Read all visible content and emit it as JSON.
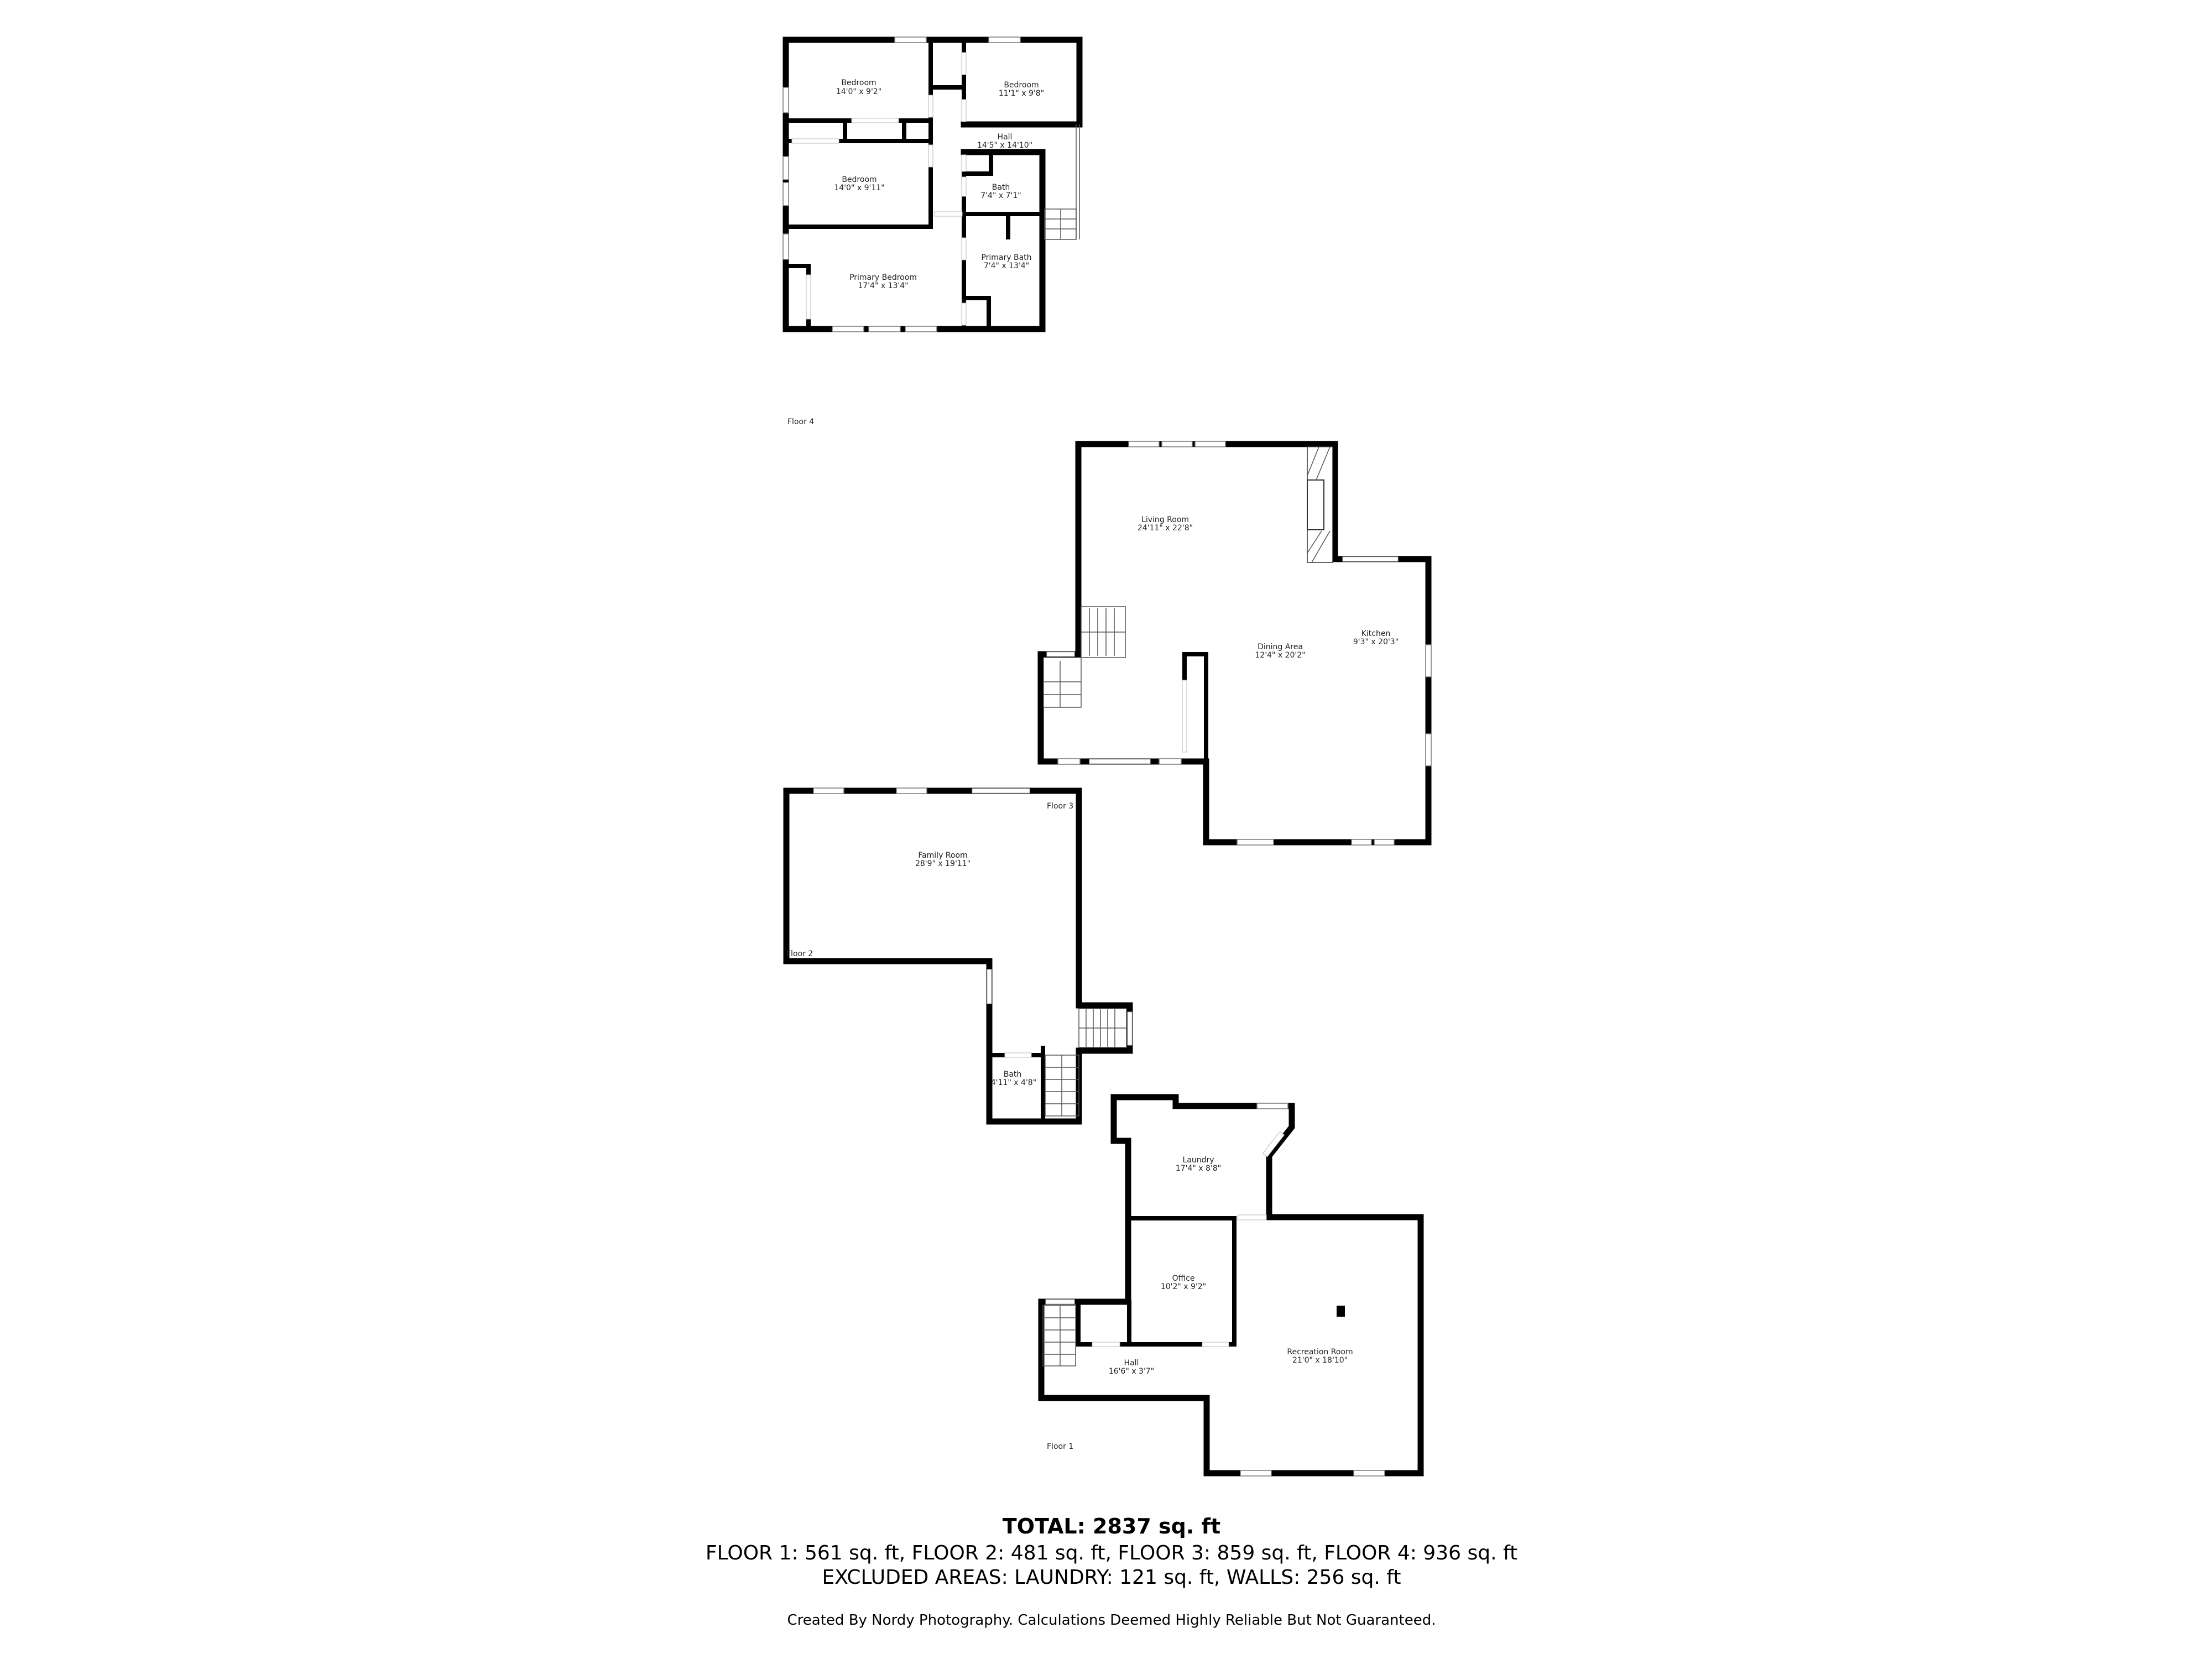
{
  "floors": {
    "floor4": {
      "label": "Floor 4",
      "rooms": [
        {
          "name": "Bedroom",
          "dims": "14'0\" x 9'2\""
        },
        {
          "name": "Bedroom",
          "dims": "11'1\" x 9'8\""
        },
        {
          "name": "Hall",
          "dims": "14'5\" x 14'10\""
        },
        {
          "name": "Bedroom",
          "dims": "14'0\" x 9'11\""
        },
        {
          "name": "Bath",
          "dims": "7'4\" x 7'1\""
        },
        {
          "name": "Primary Bath",
          "dims": "7'4\" x 13'4\""
        },
        {
          "name": "Primary Bedroom",
          "dims": "17'4\" x 13'4\""
        }
      ]
    },
    "floor3": {
      "label": "Floor 3",
      "rooms": [
        {
          "name": "Living Room",
          "dims": "24'11\" x 22'8\""
        },
        {
          "name": "Dining Area",
          "dims": "12'4\" x 20'2\""
        },
        {
          "name": "Kitchen",
          "dims": "9'3\" x 20'3\""
        }
      ]
    },
    "floor2": {
      "label": "Floor 2",
      "rooms": [
        {
          "name": "Family Room",
          "dims": "28'9\" x 19'11\""
        },
        {
          "name": "Bath",
          "dims": "4'11\" x 4'8\""
        }
      ]
    },
    "floor1": {
      "label": "Floor 1",
      "rooms": [
        {
          "name": "Laundry",
          "dims": "17'4\" x 8'8\""
        },
        {
          "name": "Office",
          "dims": "10'2\" x 9'2\""
        },
        {
          "name": "Recreation Room",
          "dims": "21'0\" x 18'10\""
        },
        {
          "name": "Hall",
          "dims": "16'6\" x 3'7\""
        }
      ]
    }
  },
  "summary": {
    "total": "TOTAL: 2837 sq. ft",
    "floors": "FLOOR 1: 561 sq. ft, FLOOR 2: 481 sq. ft, FLOOR 3: 859 sq. ft, FLOOR 4: 936 sq. ft",
    "excluded": "EXCLUDED AREAS: LAUNDRY: 121 sq. ft, WALLS: 256 sq. ft",
    "credit": "Created By Nordy Photography. Calculations Deemed Highly Reliable But Not Guaranteed."
  }
}
